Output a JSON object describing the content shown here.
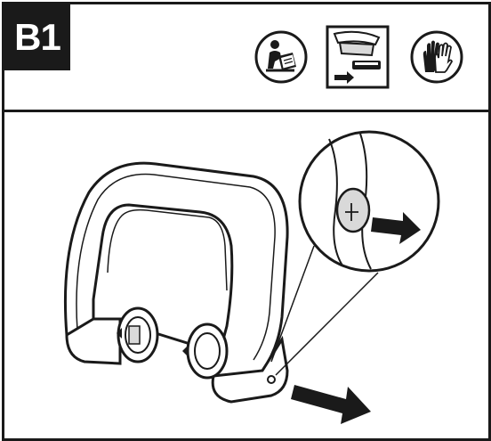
{
  "step": {
    "label": "B1"
  },
  "header_icons": [
    {
      "name": "read-manual-icon"
    },
    {
      "name": "remove-battery-icon"
    },
    {
      "name": "wear-gloves-icon"
    }
  ],
  "illustration": {
    "subject": "loop-handle-removal",
    "callout": "handle-mount-detail",
    "arrows": [
      "pull-arrow-icon",
      "pull-arrow-icon"
    ]
  },
  "colors": {
    "ink": "#1a1a1a",
    "paper": "#ffffff",
    "shade": "#d9d9d9"
  }
}
